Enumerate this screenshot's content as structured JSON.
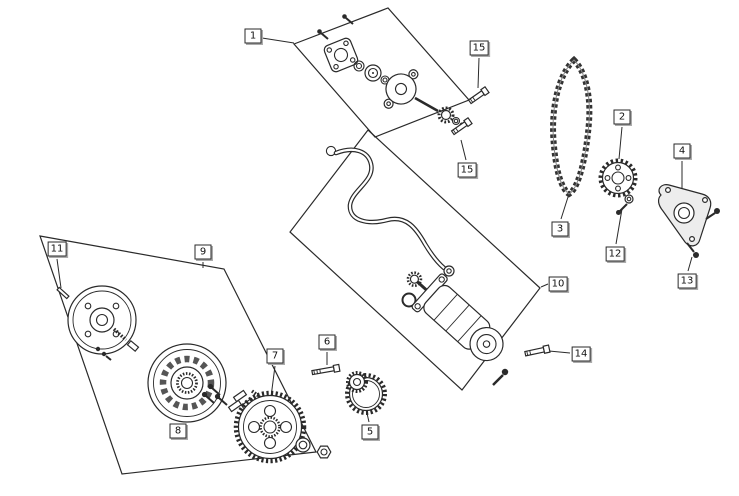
{
  "diagram": {
    "colors": {
      "background": "#ffffff",
      "stroke": "#2a2a2a",
      "shade": "#ededed",
      "chain": "#333333"
    },
    "callouts": [
      {
        "label": "1"
      },
      {
        "label": "15"
      },
      {
        "label": "15"
      },
      {
        "label": "2"
      },
      {
        "label": "3"
      },
      {
        "label": "4"
      },
      {
        "label": "12"
      },
      {
        "label": "13"
      },
      {
        "label": "10"
      },
      {
        "label": "14"
      },
      {
        "label": "11"
      },
      {
        "label": "9"
      },
      {
        "label": "7"
      },
      {
        "label": "6"
      },
      {
        "label": "8"
      },
      {
        "label": "5"
      }
    ],
    "parts": [
      {
        "callout": "1",
        "part": "pump-assembly"
      },
      {
        "callout": "2",
        "part": "sprocket"
      },
      {
        "callout": "3",
        "part": "drive-chain"
      },
      {
        "callout": "4",
        "part": "cover-plate"
      },
      {
        "callout": "5",
        "part": "idler-gear"
      },
      {
        "callout": "6",
        "part": "bolt"
      },
      {
        "callout": "7",
        "part": "driven-gear"
      },
      {
        "callout": "8",
        "part": "one-way-clutch"
      },
      {
        "callout": "9",
        "part": "flywheel-group"
      },
      {
        "callout": "10",
        "part": "starter-motor-group"
      },
      {
        "callout": "11",
        "part": "dowel-pin"
      },
      {
        "callout": "12",
        "part": "sprocket-bolt"
      },
      {
        "callout": "13",
        "part": "cover-screw"
      },
      {
        "callout": "14",
        "part": "flange-bolt"
      },
      {
        "callout": "15",
        "part": "stud-bolt"
      }
    ]
  }
}
